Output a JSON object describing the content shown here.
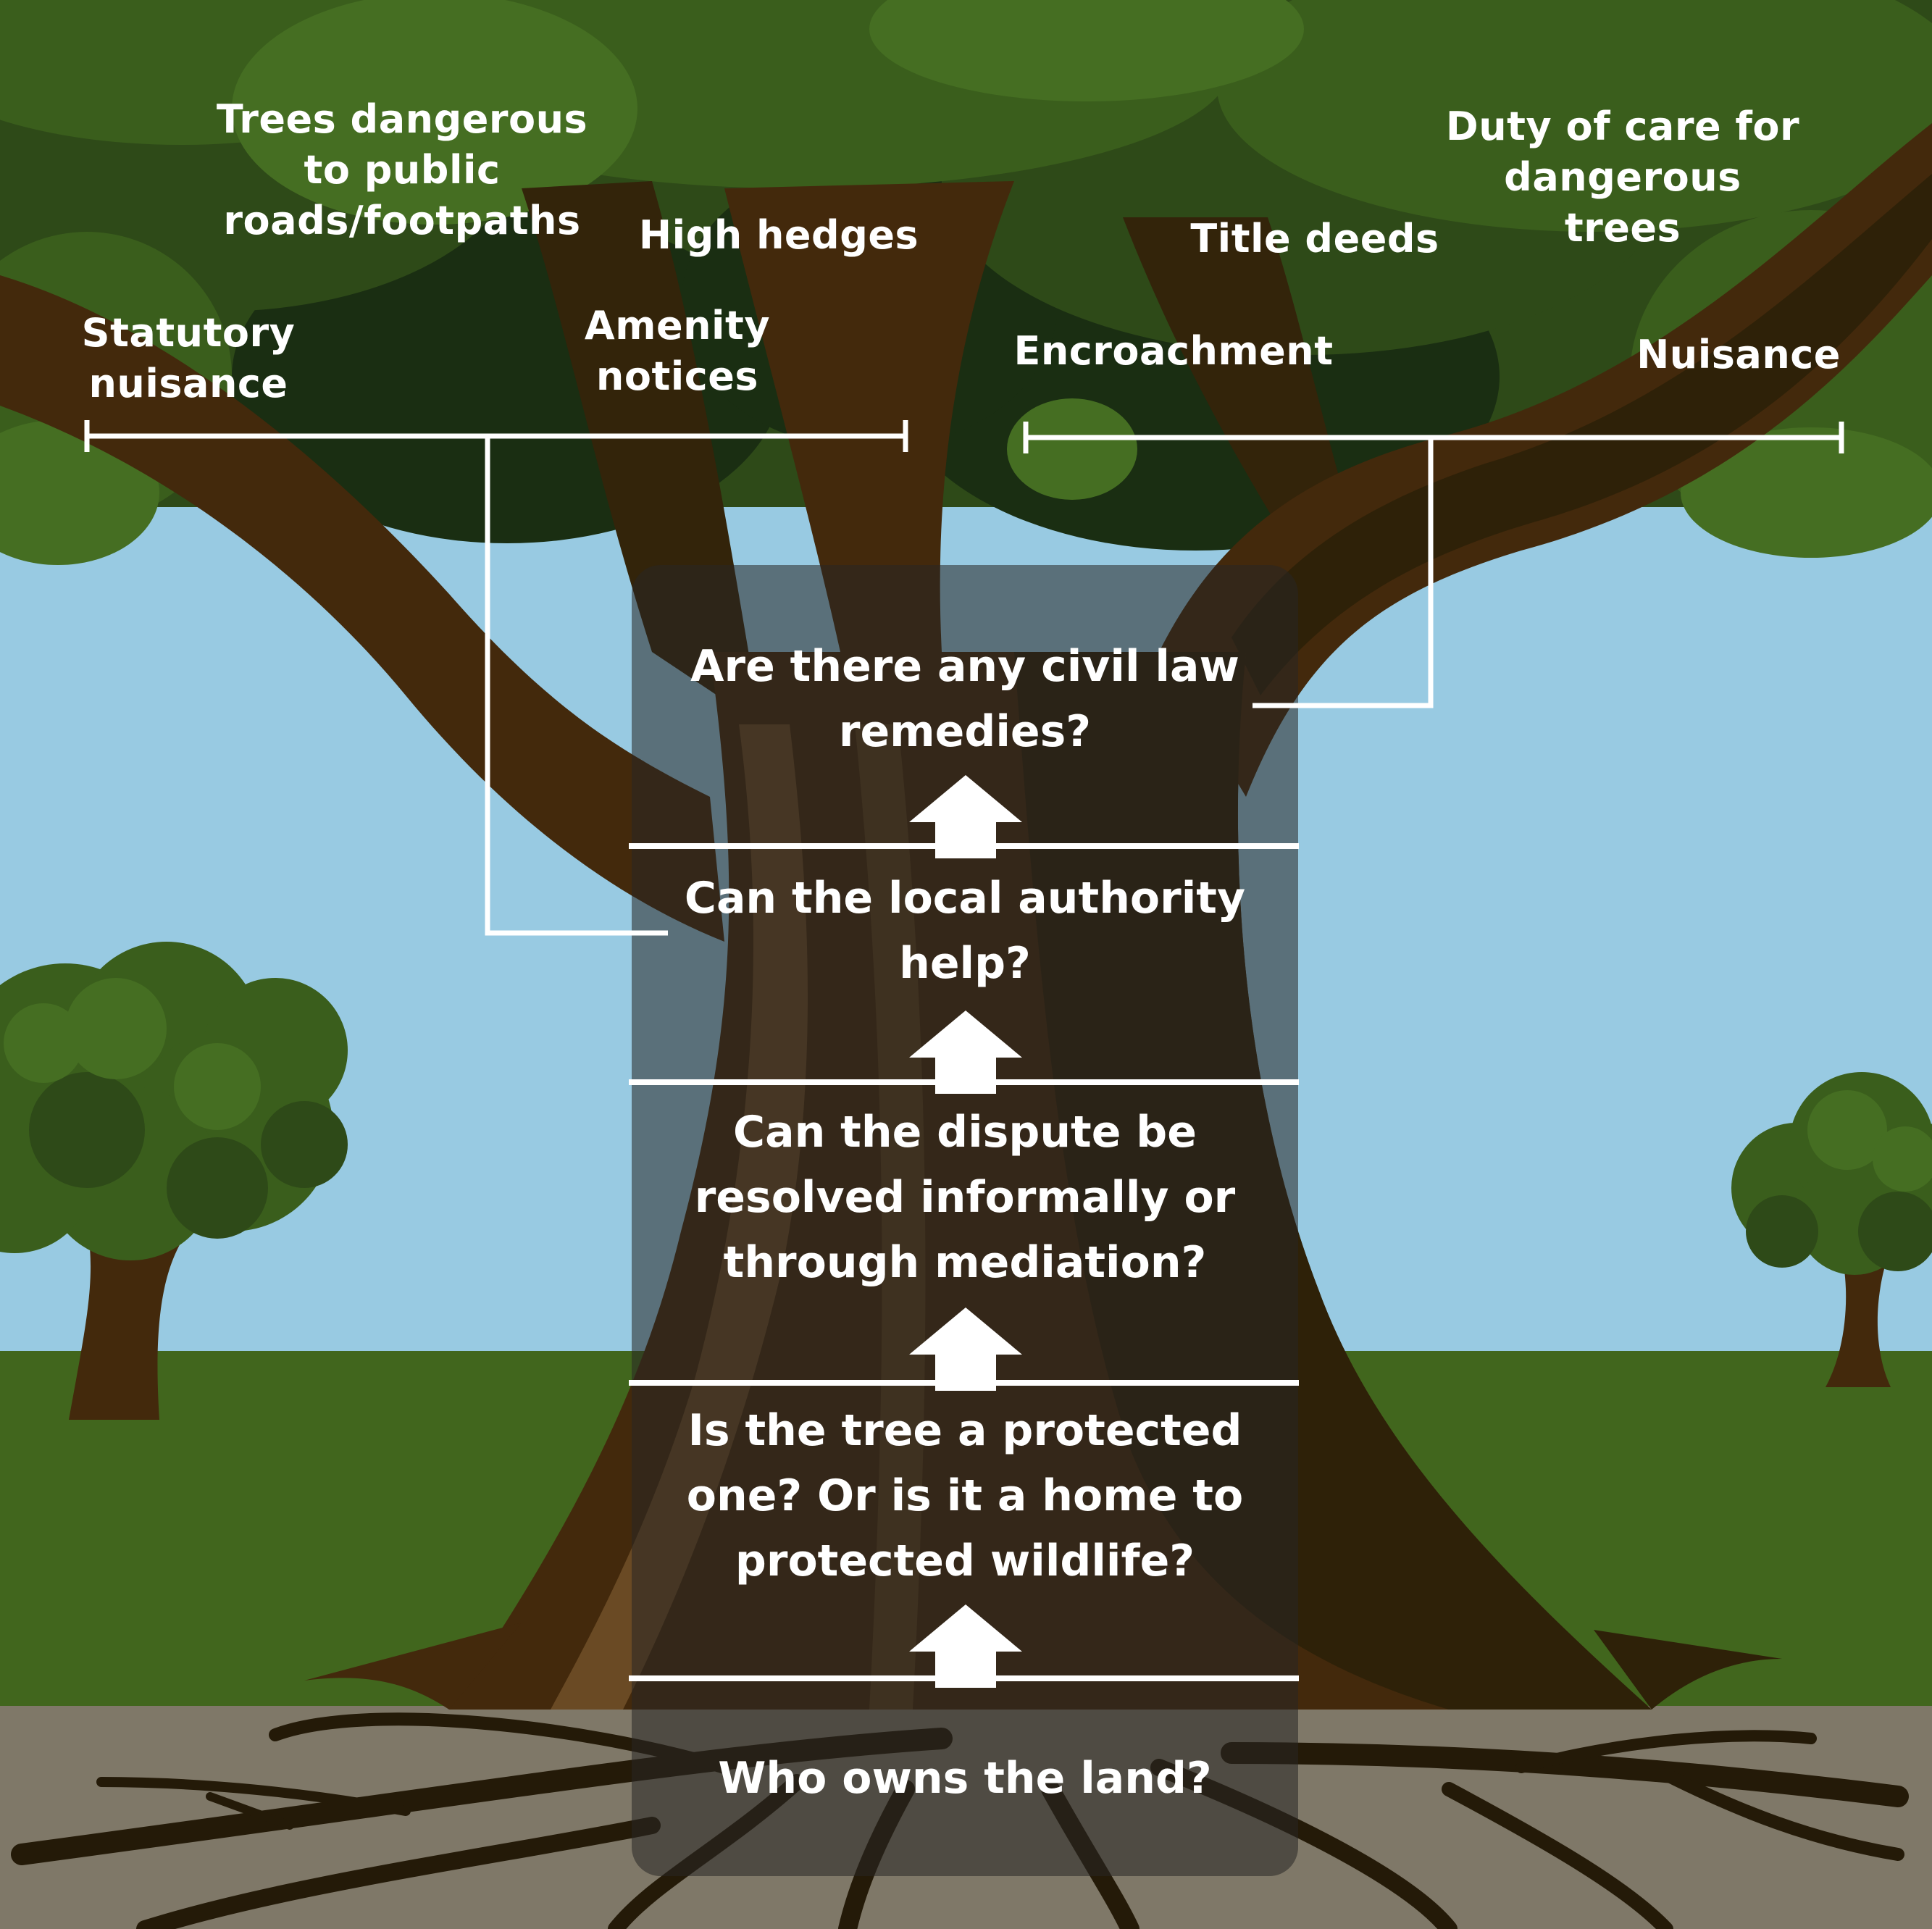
{
  "title": "Tree dispute decision tree",
  "colors": {
    "sky": "#98cae2",
    "grass": "#41661d",
    "soil": "#7f7868",
    "roots": "#241a08",
    "trunk_dark": "#2e2108",
    "trunk_mid": "#43290c",
    "trunk_light": "#6a4a24",
    "foliage_dark": "#1a2e12",
    "foliage_mid": "#2e4a18",
    "foliage_light": "#456e22",
    "text": "#ffffff",
    "bracket": "#ffffff"
  },
  "branches": {
    "local_authority_group": {
      "labels": [
        "Statutory\nnuisance",
        "Trees dangerous\nto public\nroads/footpaths",
        "Amenity\nnotices",
        "High hedges"
      ]
    },
    "civil_law_group": {
      "labels": [
        "Encroachment",
        "Title deeds",
        "Duty of care for\ndangerous trees",
        "Nuisance"
      ]
    }
  },
  "steps": [
    {
      "text": "Are there any civil law\nremedies?"
    },
    {
      "text": "Can the local authority\nhelp?"
    },
    {
      "text": "Can the dispute be\nresolved informally or\nthrough mediation?"
    },
    {
      "text": "Is the tree a protected\none? Or is it a home to\nprotected wildlife?"
    },
    {
      "text": "Who owns the land?"
    }
  ],
  "arrows": [
    "up-arrow",
    "up-arrow",
    "up-arrow",
    "up-arrow"
  ]
}
